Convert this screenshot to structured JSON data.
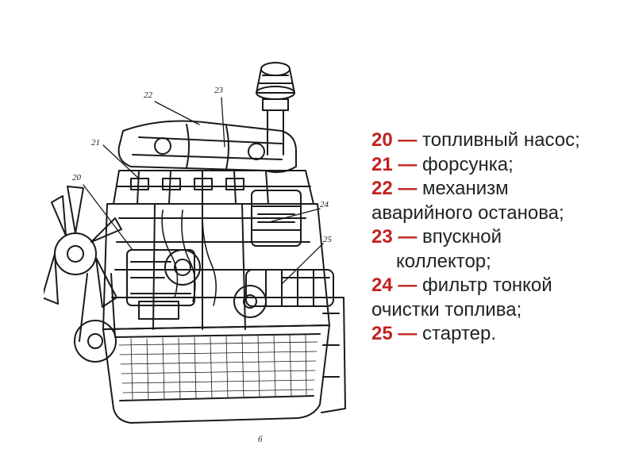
{
  "diagram": {
    "callout_numbers": [
      "20",
      "21",
      "22",
      "23",
      "24",
      "25"
    ],
    "bottom_mark": "б"
  },
  "legend": {
    "dash": "—",
    "items": [
      {
        "num": "20",
        "text": "топливный насос;"
      },
      {
        "num": "21",
        "text": "форсунка;"
      },
      {
        "num": "22",
        "text": "механизм"
      },
      {
        "num": "",
        "text": "аварийного останова;"
      },
      {
        "num": "23",
        "text": "впускной"
      },
      {
        "num": "",
        "text": "коллектор;"
      },
      {
        "num": "24",
        "text": "фильтр тонкой"
      },
      {
        "num": "",
        "text": "очистки топлива;"
      },
      {
        "num": "25",
        "text": "стартер."
      }
    ],
    "colors": {
      "number": "#c0221f",
      "text": "#222222"
    }
  }
}
